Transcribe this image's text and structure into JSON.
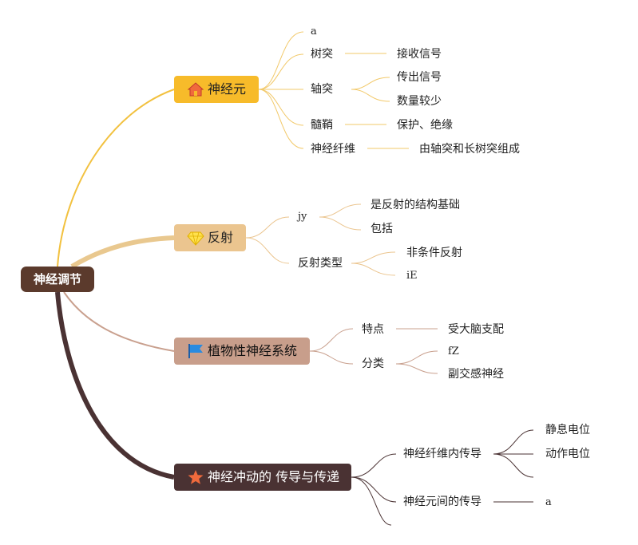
{
  "root": "神经调节",
  "branches": [
    {
      "label": "神经元",
      "icon": "house-icon",
      "children": [
        {
          "label": "a"
        },
        {
          "label": "树突",
          "children": [
            "接收信号"
          ]
        },
        {
          "label": "轴突",
          "children": [
            "传出信号",
            "数量较少"
          ]
        },
        {
          "label": "髓鞘",
          "children": [
            "保护、绝缘"
          ]
        },
        {
          "label": "神经纤维",
          "children": [
            "由轴突和长树突组成"
          ]
        }
      ]
    },
    {
      "label": "反射",
      "icon": "diamond-icon",
      "children": [
        {
          "label": "jy",
          "children": [
            "是反射的结构基础",
            "包括"
          ]
        },
        {
          "label": "反射类型",
          "children": [
            "非条件反射",
            "iE"
          ]
        }
      ]
    },
    {
      "label": "植物性神经系统",
      "icon": "flag-icon",
      "children": [
        {
          "label": "特点",
          "children": [
            "受大脑支配"
          ]
        },
        {
          "label": "分类",
          "children": [
            "fZ",
            "副交感神经"
          ]
        }
      ]
    },
    {
      "label": "神经冲动的 传导与传递",
      "icon": "star-icon",
      "children": [
        {
          "label": "神经纤维内传导",
          "children": [
            "静息电位",
            "动作电位",
            ""
          ]
        },
        {
          "label": "神经元间的传导",
          "children": [
            "a"
          ]
        },
        {
          "label": ""
        }
      ]
    }
  ],
  "colors": {
    "root": "#5b3a2c",
    "branch1": "#f7bb2a",
    "branch2": "#ebc58f",
    "branch3": "#c89e8b",
    "branch4": "#4a3233"
  }
}
